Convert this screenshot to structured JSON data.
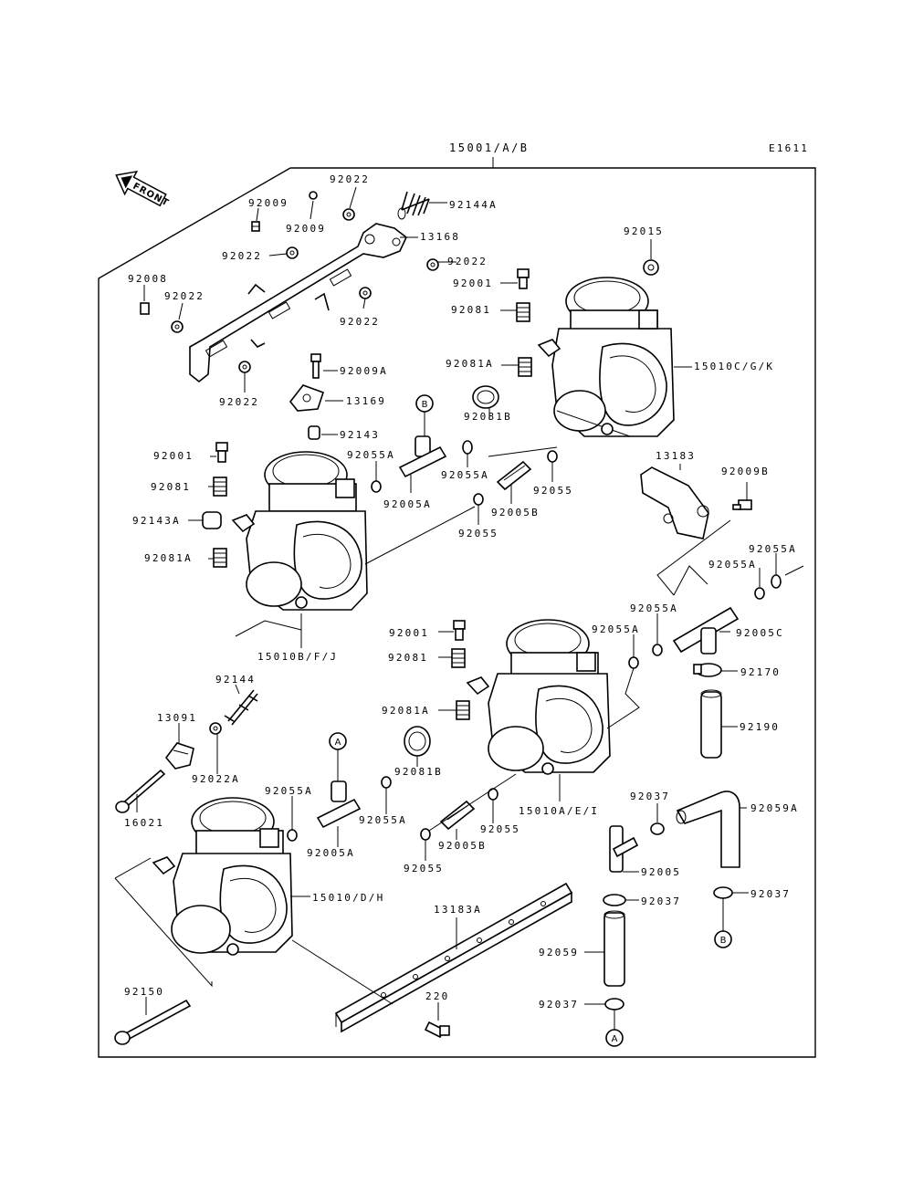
{
  "header": {
    "assembly": "15001/A/B",
    "code": "E1611",
    "front": "FRONT"
  },
  "labels": {
    "l92022_top": "92022",
    "l92144A": "92144A",
    "l92009_a": "92009",
    "l92009_b": "92009",
    "l92022_b": "92022",
    "l13168": "13168",
    "l92022_c": "92022",
    "l92008": "92008",
    "l92022_d": "92022",
    "l92022_e": "92022",
    "l92022_f": "92022",
    "l92015": "92015",
    "l92001_a": "92001",
    "l92081_a": "92081",
    "l92009A": "92009A",
    "l92081A_a": "92081A",
    "l15010C": "15010C/G/K",
    "l92081B_a": "92081B",
    "l13169": "13169",
    "l92143": "92143",
    "l92001_b": "92001",
    "l92055A_a": "92055A",
    "l92055A_b": "92055A",
    "l92055_a": "92055",
    "l13183": "13183",
    "l92009B": "92009B",
    "l92081_b": "92081",
    "l92005A_a": "92005A",
    "l92005B_a": "92005B",
    "l92143A": "92143A",
    "l92055_b": "92055",
    "l92081A_b": "92081A",
    "l92055A_c": "92055A",
    "l92055A_d": "92055A",
    "l15010B": "15010B/F/J",
    "l92055A_e": "92055A",
    "l82001_c": "92001",
    "l92055A_f": "92055A",
    "l92005C": "92005C",
    "l92081_c": "92081",
    "l92170": "92170",
    "l92144": "92144",
    "l92081A_c": "92081A",
    "l13091": "13091",
    "l92190": "92190",
    "l92081B_b": "92081B",
    "l92022A": "92022A",
    "l92055A_g": "92055A",
    "l16021": "16021",
    "l15010A": "15010A/E/I",
    "l92037_a": "92037",
    "l92059A": "92059A",
    "l92055A_h": "92055A",
    "l92055_c": "92055",
    "l92005A_b": "92005A",
    "l92005B_b": "92005B",
    "l92005": "92005",
    "l92055_d": "92055",
    "l15010D": "15010/D/H",
    "l92037_b": "92037",
    "l92037_c": "92037",
    "l13183A": "13183A",
    "l92059": "92059",
    "l92150": "92150",
    "l220": "220",
    "l92037_d": "92037",
    "circA1": "A",
    "circA2": "A",
    "circB1": "B",
    "circB2": "B"
  }
}
